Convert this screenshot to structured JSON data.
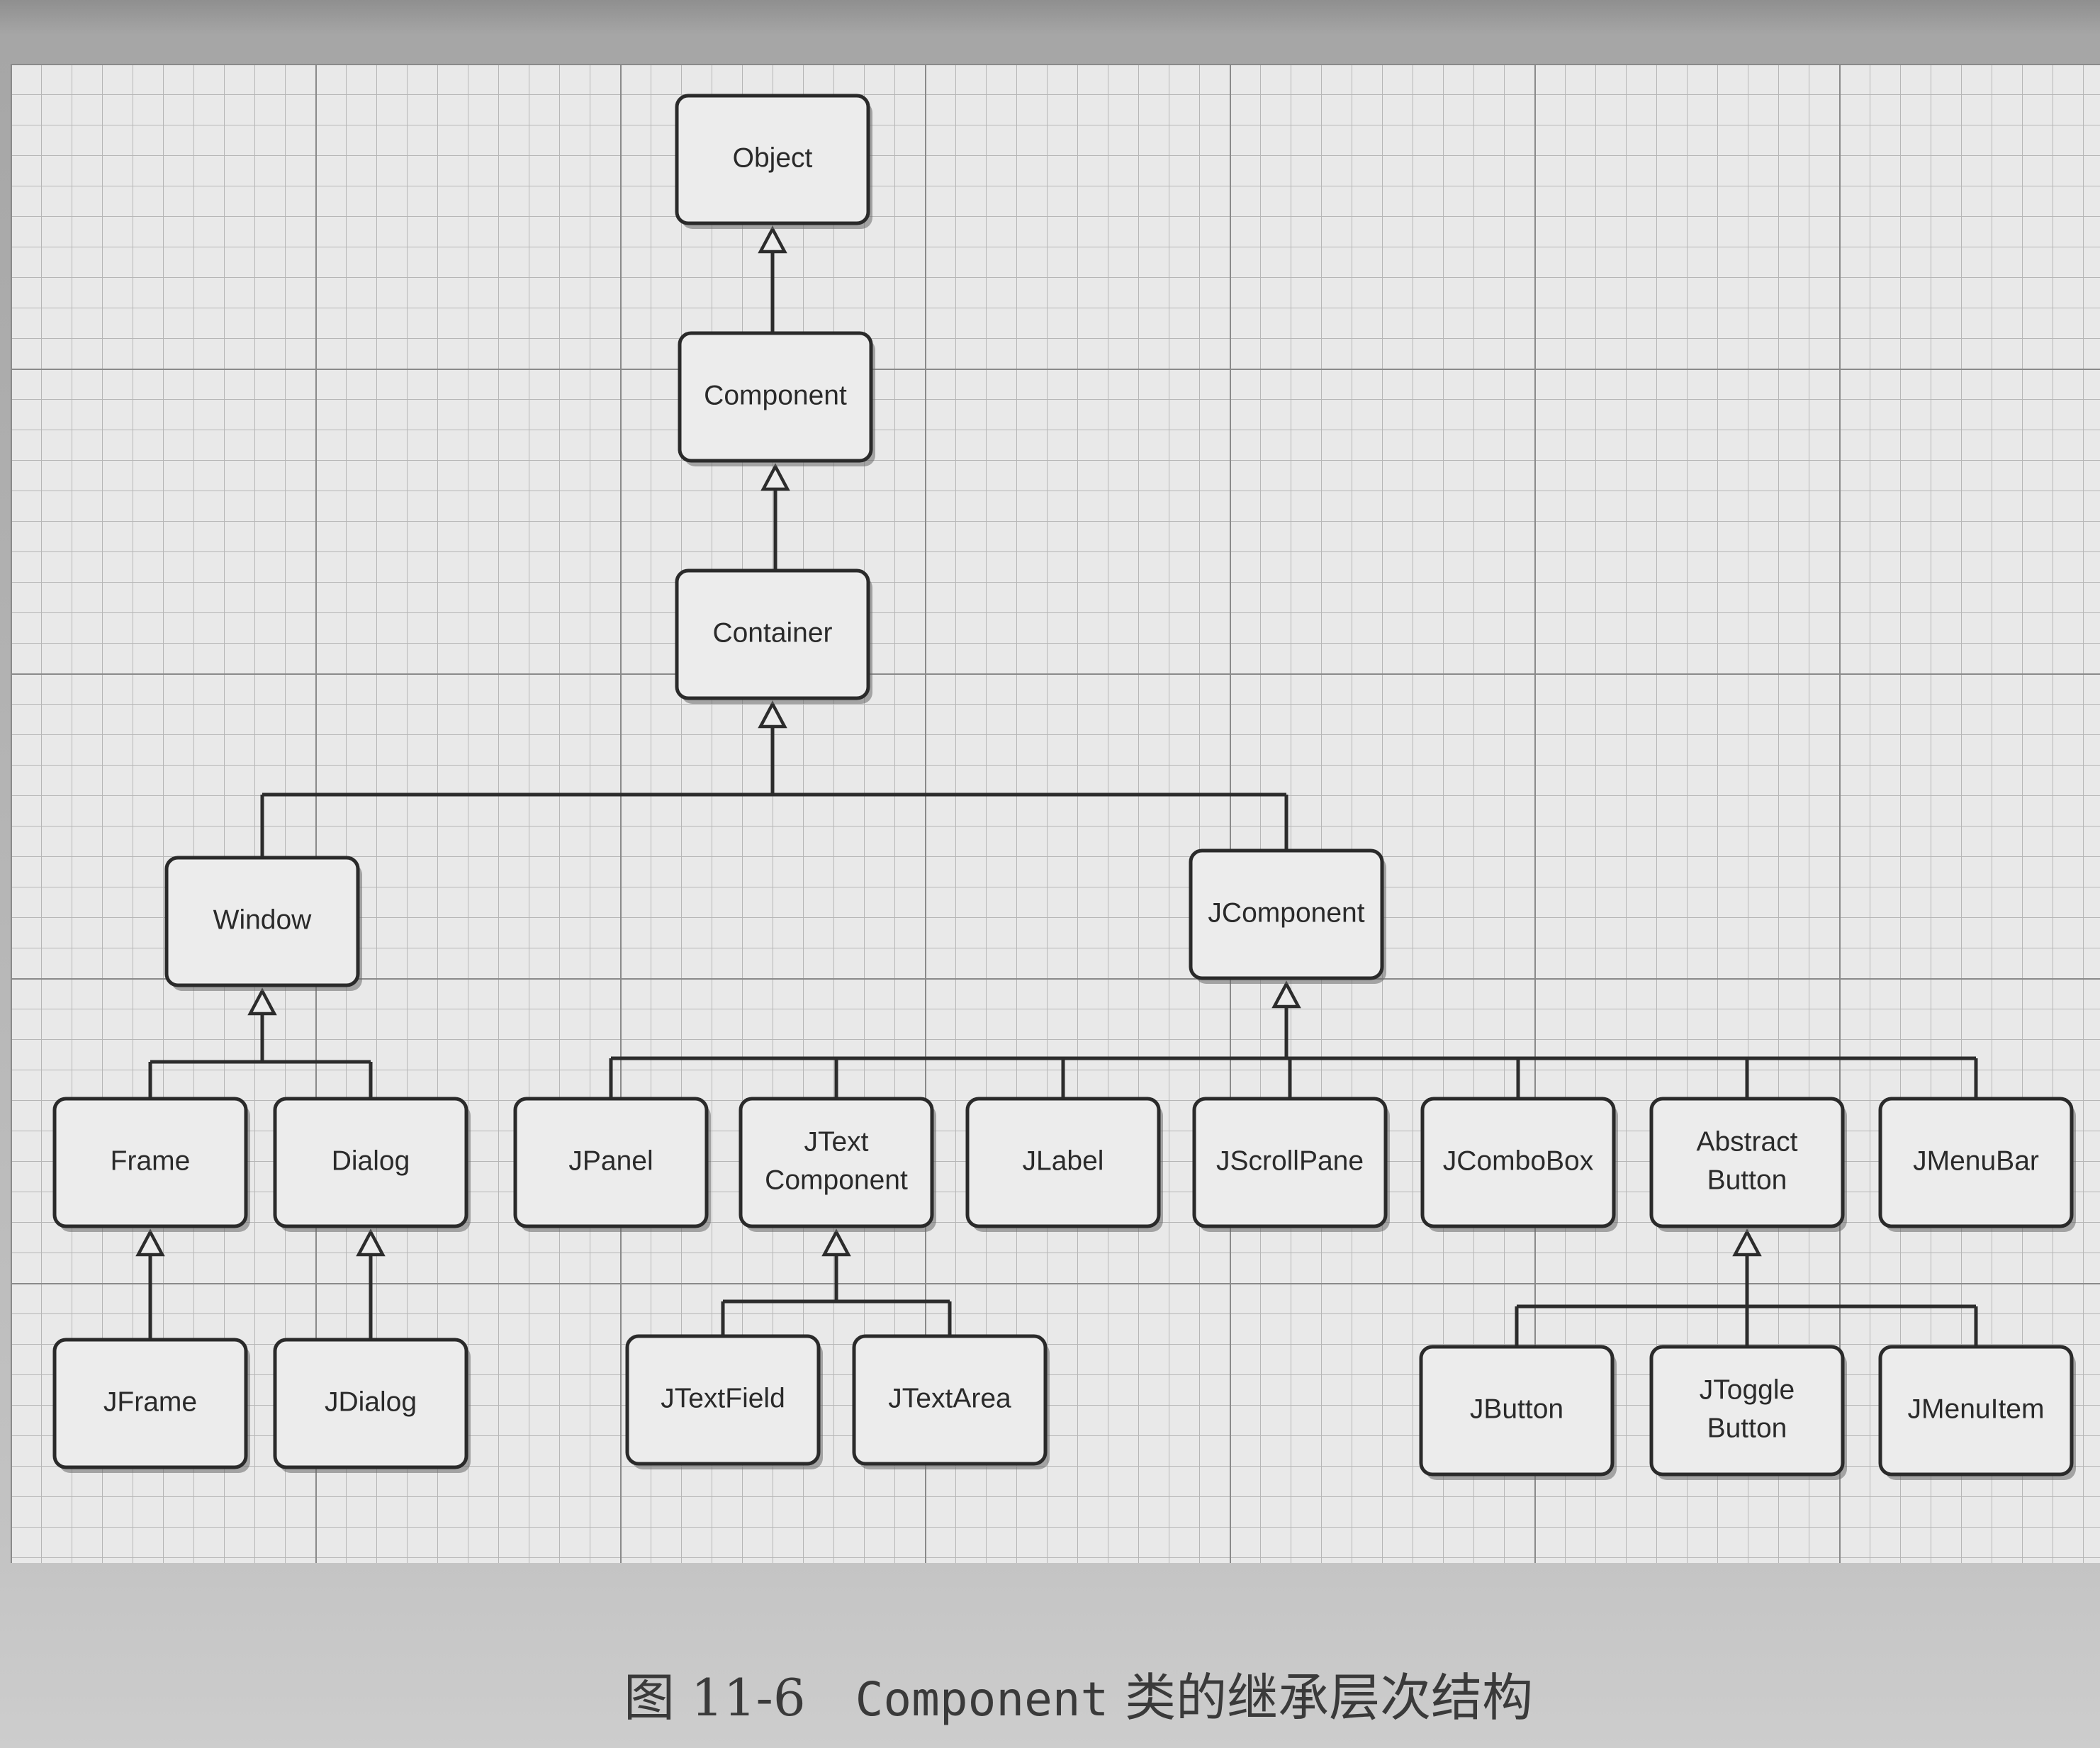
{
  "diagram": {
    "nodes": [
      {
        "id": "object",
        "lines": [
          "Object"
        ]
      },
      {
        "id": "component",
        "lines": [
          "Component"
        ]
      },
      {
        "id": "container",
        "lines": [
          "Container"
        ]
      },
      {
        "id": "window",
        "lines": [
          "Window"
        ]
      },
      {
        "id": "jcomponent",
        "lines": [
          "JComponent"
        ]
      },
      {
        "id": "frame",
        "lines": [
          "Frame"
        ]
      },
      {
        "id": "dialog",
        "lines": [
          "Dialog"
        ]
      },
      {
        "id": "jpanel",
        "lines": [
          "JPanel"
        ]
      },
      {
        "id": "jtextcomponent",
        "lines": [
          "JText",
          "Component"
        ]
      },
      {
        "id": "jlabel",
        "lines": [
          "JLabel"
        ]
      },
      {
        "id": "jscrollpane",
        "lines": [
          "JScrollPane"
        ]
      },
      {
        "id": "jcombobox",
        "lines": [
          "JComboBox"
        ]
      },
      {
        "id": "abstractbutton",
        "lines": [
          "Abstract",
          "Button"
        ]
      },
      {
        "id": "jmenubar",
        "lines": [
          "JMenuBar"
        ]
      },
      {
        "id": "jframe",
        "lines": [
          "JFrame"
        ]
      },
      {
        "id": "jdialog",
        "lines": [
          "JDialog"
        ]
      },
      {
        "id": "jtextfield",
        "lines": [
          "JTextField"
        ]
      },
      {
        "id": "jtextarea",
        "lines": [
          "JTextArea"
        ]
      },
      {
        "id": "jbutton",
        "lines": [
          "JButton"
        ]
      },
      {
        "id": "jtogglebutton",
        "lines": [
          "JToggle",
          "Button"
        ]
      },
      {
        "id": "jmenuitem",
        "lines": [
          "JMenuItem"
        ]
      }
    ],
    "inheritance": [
      {
        "parent": "object",
        "children": [
          "component"
        ]
      },
      {
        "parent": "component",
        "children": [
          "container"
        ]
      },
      {
        "parent": "container",
        "children": [
          "window",
          "jcomponent"
        ]
      },
      {
        "parent": "window",
        "children": [
          "frame",
          "dialog"
        ]
      },
      {
        "parent": "jcomponent",
        "children": [
          "jpanel",
          "jtextcomponent",
          "jlabel",
          "jscrollpane",
          "jcombobox",
          "abstractbutton",
          "jmenubar"
        ]
      },
      {
        "parent": "frame",
        "children": [
          "jframe"
        ]
      },
      {
        "parent": "dialog",
        "children": [
          "jdialog"
        ]
      },
      {
        "parent": "jtextcomponent",
        "children": [
          "jtextfield",
          "jtextarea"
        ]
      },
      {
        "parent": "abstractbutton",
        "children": [
          "jbutton",
          "jtogglebutton",
          "jmenuitem"
        ]
      }
    ]
  },
  "caption": {
    "figure_number": "图 11-6",
    "class_name": "Component",
    "description": "类的继承层次结构"
  }
}
